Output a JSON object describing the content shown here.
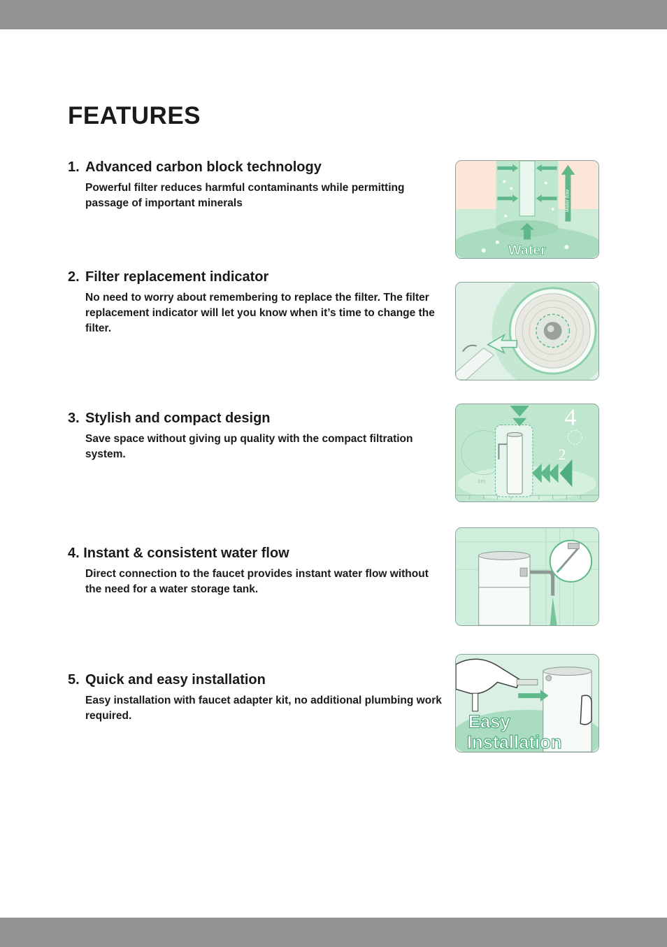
{
  "page": {
    "title": "FEATURES"
  },
  "features": [
    {
      "number": "1.",
      "heading": "Advanced carbon block technology",
      "description": "Powerful filter reduces harmful contaminants while permitting passage of important minerals",
      "image_label": "Water",
      "image_sublabel": "Water flow"
    },
    {
      "number": "2.",
      "heading": "Filter replacement indicator",
      "description": "No need to worry about remembering to replace the filter.  The filter replacement indicator will let you know when it’s time to change the filter."
    },
    {
      "number": "3.",
      "heading": "Stylish and compact design",
      "description": "Save space without giving up quality with the compact filtration system.",
      "image_numbers": [
        "4",
        "2"
      ],
      "image_unit": "cm"
    },
    {
      "number": "4.",
      "heading": "Instant & consistent water flow",
      "description": "Direct connection to the faucet provides instant water flow without the need for a water storage tank."
    },
    {
      "number": "5.",
      "heading": "Quick and easy installation",
      "description": "Easy installation with faucet adapter kit, no additional plumbing work required.",
      "image_label_line1": "Easy",
      "image_label_line2": "Installation"
    }
  ],
  "colors": {
    "bar": "#939193",
    "mint": "#5fb88a",
    "mint_light": "#e3f3ea",
    "peach": "#fbe6d8"
  }
}
